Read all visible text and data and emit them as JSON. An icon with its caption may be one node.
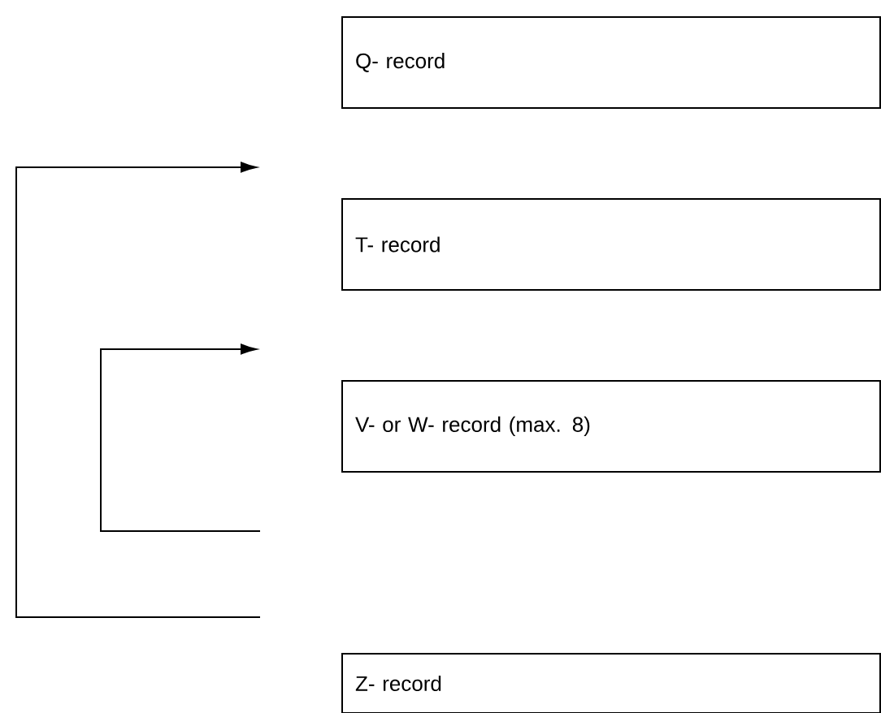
{
  "diagram": {
    "nodes": [
      {
        "text": [
          "Q- record"
        ]
      },
      {
        "text": [
          "T- record"
        ]
      },
      {
        "text": [
          "V- or W- record (max. 8)"
        ]
      },
      {
        "text": [
          "Z- record"
        ]
      }
    ]
  }
}
